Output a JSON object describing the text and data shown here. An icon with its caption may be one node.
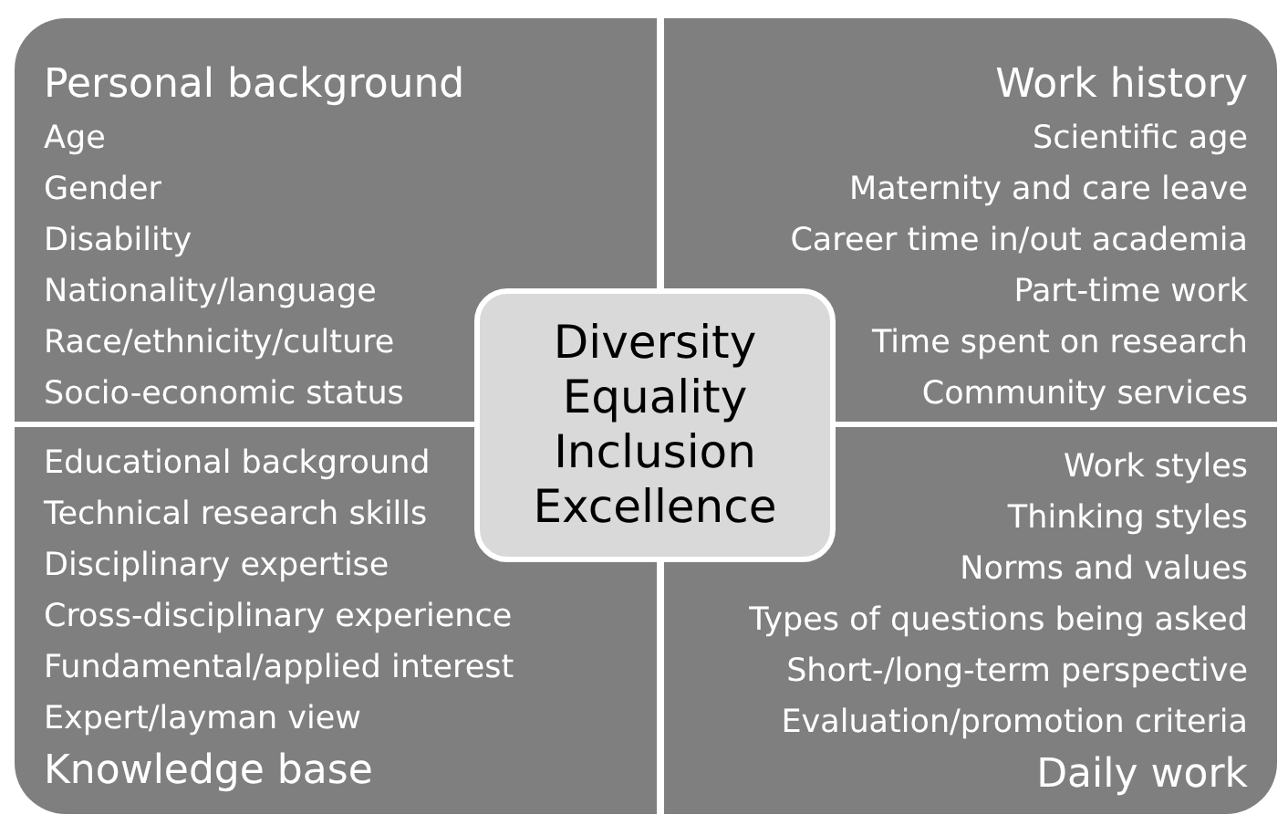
{
  "diagram": {
    "nodes": [
      {
        "text": [
          "Personal background",
          "Age",
          "Gender",
          "Disability",
          "Nationality/language",
          "Race/ethnicity/culture",
          "Socio-economic status"
        ]
      },
      {
        "text": [
          "Work history",
          "Scientific age",
          "Maternity and care leave",
          "Career time in/out academia",
          "Part-time work",
          "Time spent on research",
          "Community services"
        ]
      },
      {
        "text": [
          "Diversity Equality Inclusion Excellence"
        ]
      },
      {
        "text": [
          "Educational background",
          "Technical research skills",
          "Disciplinary expertise",
          "Cross-disciplinary experience",
          "Fundamental/applied interest",
          "Expert/layman view",
          "Knowledge base"
        ]
      },
      {
        "text": [
          "Work styles",
          "Thinking styles",
          "Norms and values",
          "Types of questions being asked",
          "Short-/long-term perspective",
          "Evaluation/promotion criteria",
          "Daily work"
        ]
      }
    ]
  }
}
